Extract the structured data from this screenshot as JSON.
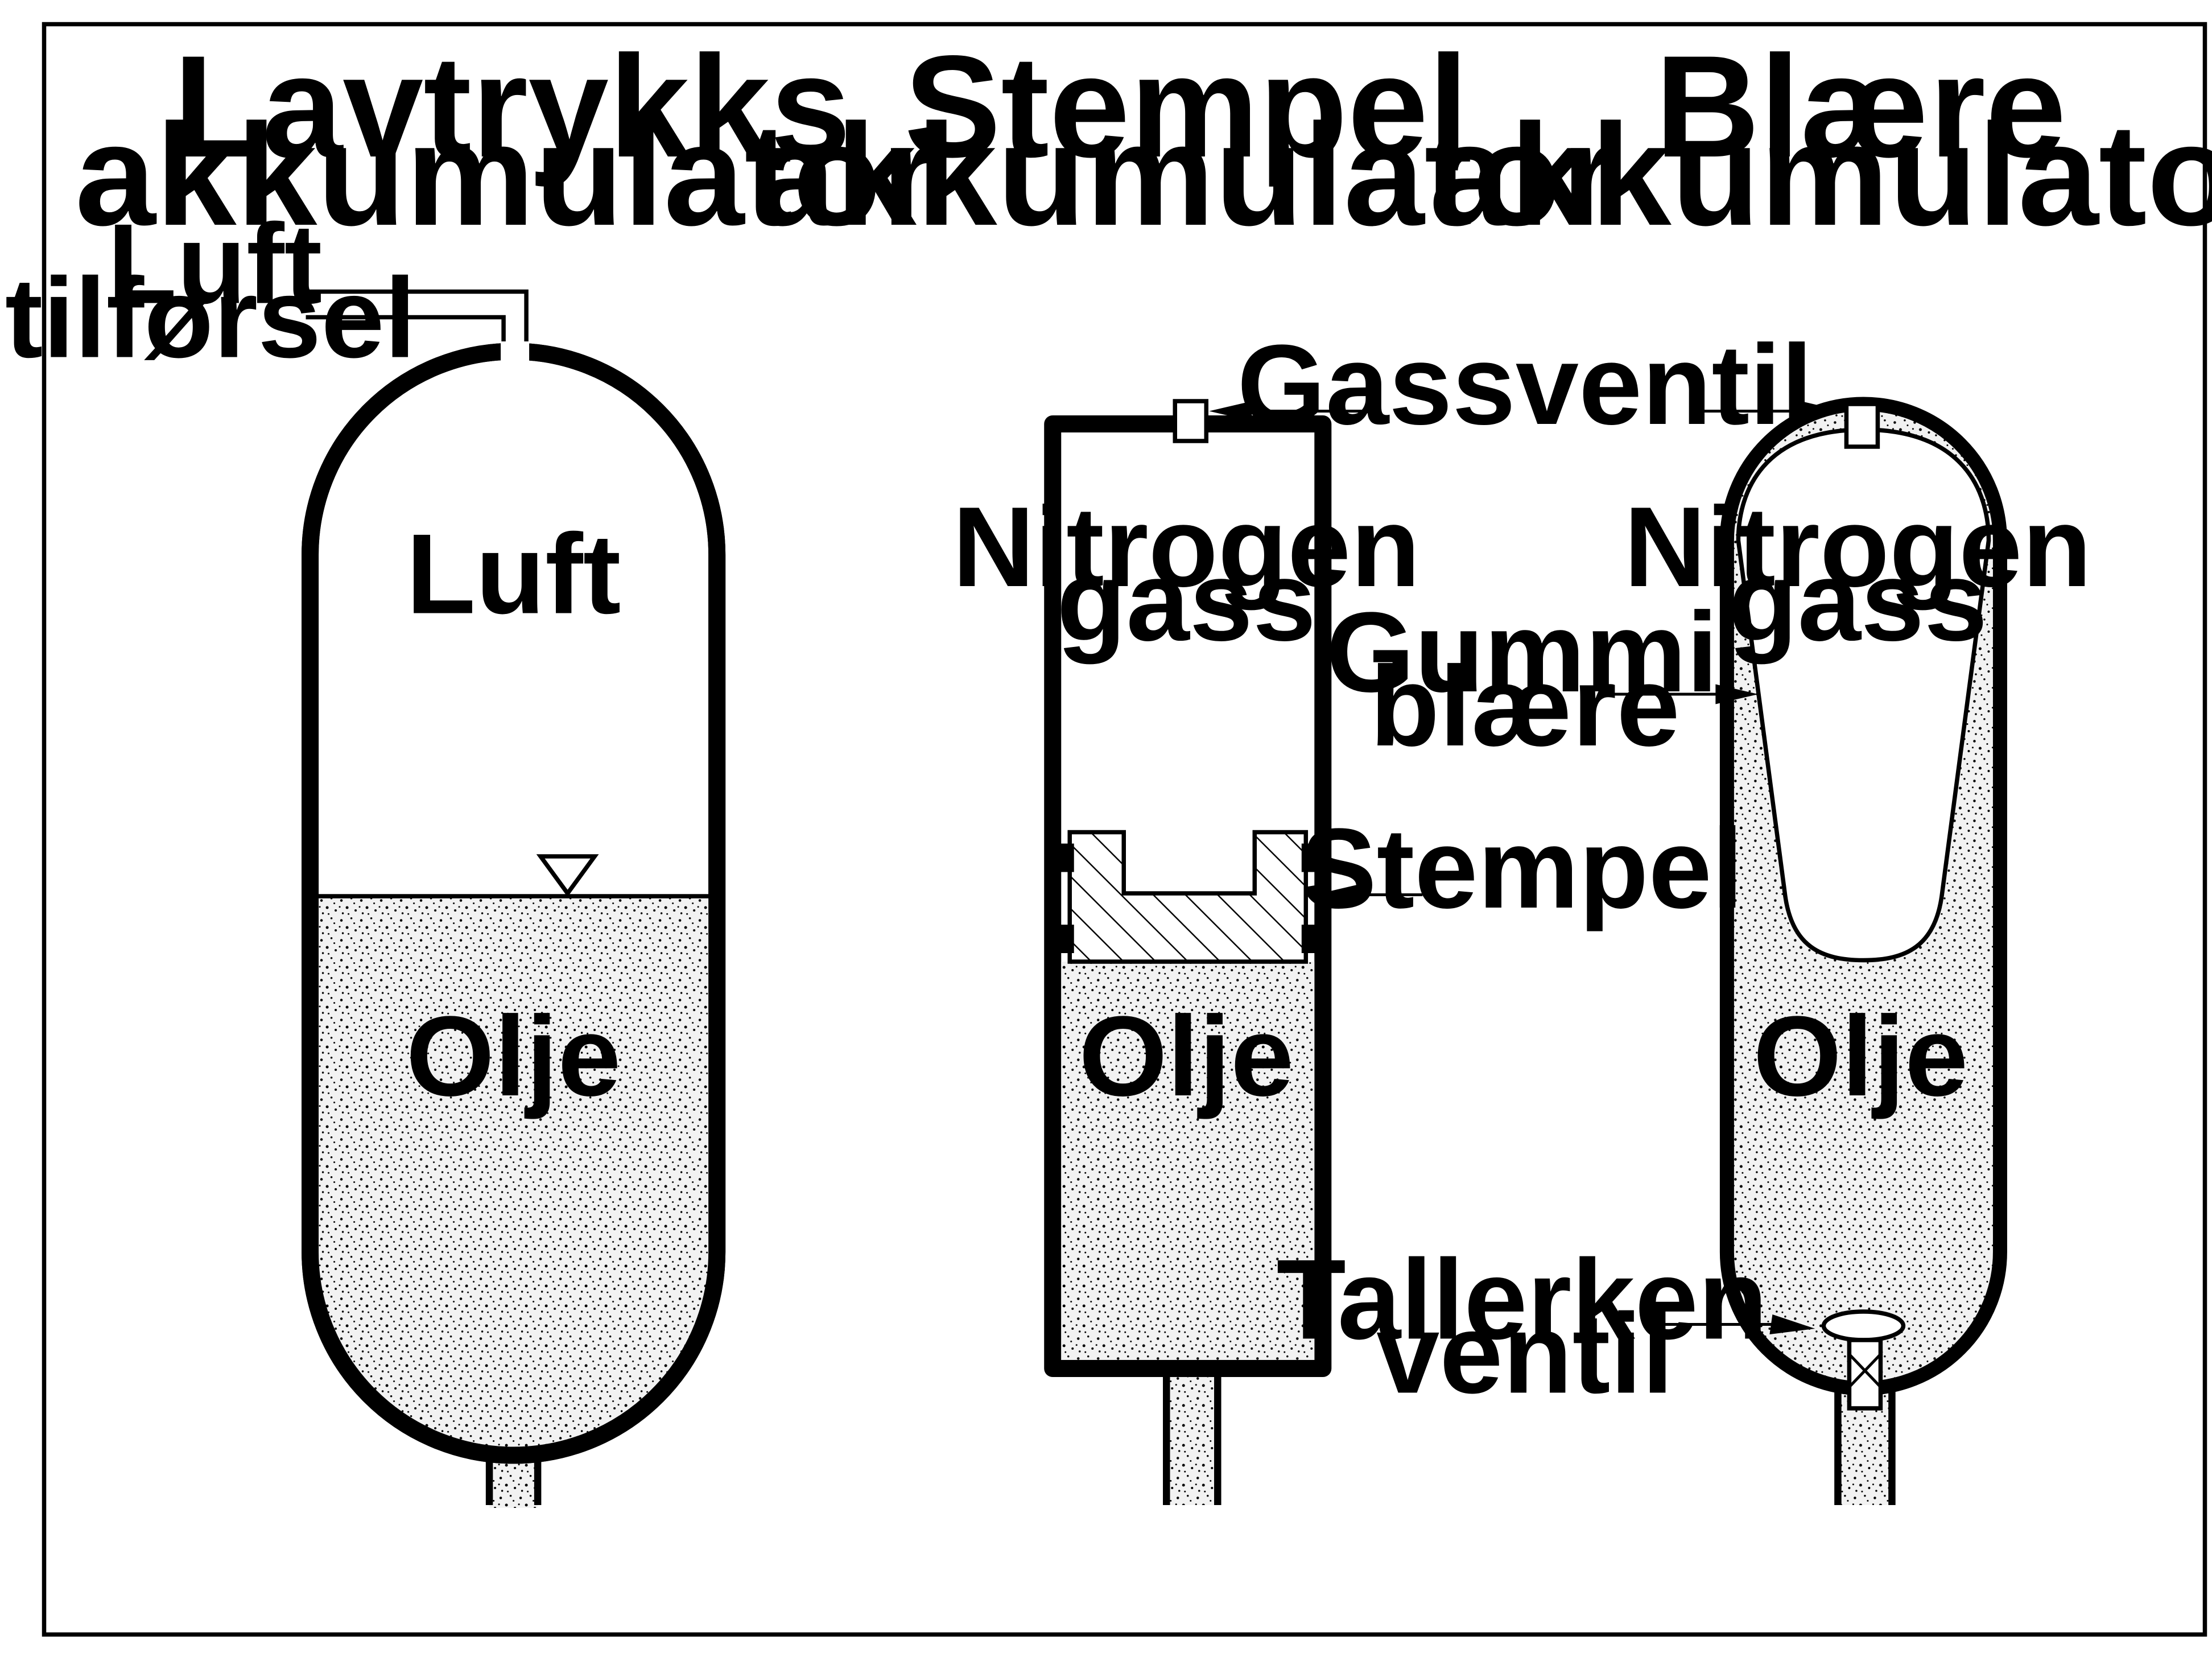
{
  "titles": {
    "low_pressure": [
      "Lavtrykks",
      "akkumulator"
    ],
    "piston": [
      "Stempel",
      "akkumulator"
    ],
    "bladder": [
      "Blære",
      "akkumulator"
    ]
  },
  "low_pressure": {
    "air_supply": [
      "Luft",
      "tilførsel"
    ],
    "air": "Luft",
    "oil": "Olje"
  },
  "piston": {
    "gas": [
      "Nitrogen",
      "gass"
    ],
    "oil": "Olje"
  },
  "bladder": {
    "gas": [
      "Nitrogen",
      "gass"
    ],
    "oil": "Olje"
  },
  "callouts": {
    "gas_valve": "Gassventil",
    "piston": "Stempel",
    "rubber_bladder": [
      "Gummi",
      "blære"
    ],
    "poppet_valve": [
      "Tallerken",
      "ventil"
    ]
  }
}
